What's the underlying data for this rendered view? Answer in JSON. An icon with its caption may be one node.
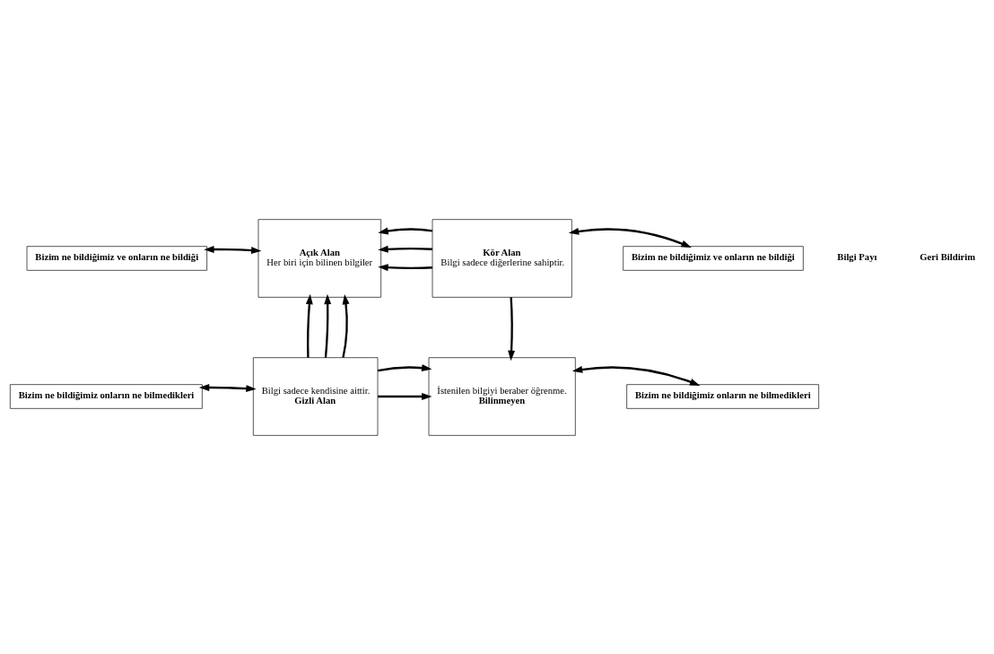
{
  "diagram": {
    "nodes": [
      {
        "text": [
          "Bizim ne bildiğimiz ve onların ne bildiği"
        ]
      },
      {
        "text": [
          "Açık Alan",
          "Her biri için bilinen bilgiler"
        ]
      },
      {
        "text": [
          "Kör Alan",
          "Bilgi sadece diğerlerine sahiptir."
        ]
      },
      {
        "text": [
          "Bizim ne bildiğimiz ve onların ne bildiği"
        ]
      },
      {
        "text": [
          "Bizim ne bildiğimiz onların ne bilmedikleri"
        ]
      },
      {
        "text": [
          "Bilgi sadece kendisine aittir.",
          "Gizli Alan"
        ]
      },
      {
        "text": [
          "İstenilen bilgiyi beraber öğrenme.",
          "Bilinmeyen"
        ]
      },
      {
        "text": [
          "Bizim ne bildiğimiz onların ne bilmedikleri"
        ]
      }
    ],
    "edges": [
      {
        "from": 0,
        "to": 1,
        "arrow": "both"
      },
      {
        "from": 2,
        "to": 3,
        "arrow": "both"
      },
      {
        "from": 2,
        "to": 1,
        "arrow": "to"
      },
      {
        "from": 2,
        "to": 1,
        "arrow": "to"
      },
      {
        "from": 2,
        "to": 1,
        "arrow": "to"
      },
      {
        "from": 5,
        "to": 1,
        "arrow": "to"
      },
      {
        "from": 5,
        "to": 1,
        "arrow": "to"
      },
      {
        "from": 5,
        "to": 1,
        "arrow": "to"
      },
      {
        "from": 2,
        "to": 6,
        "arrow": "to"
      },
      {
        "from": 5,
        "to": 6,
        "arrow": "to"
      },
      {
        "from": 5,
        "to": 6,
        "arrow": "to"
      },
      {
        "from": 4,
        "to": 5,
        "arrow": "both"
      },
      {
        "from": 6,
        "to": 7,
        "arrow": "both"
      }
    ],
    "labels": [
      "Bilgi Payı",
      "Geri Bildirim"
    ]
  }
}
